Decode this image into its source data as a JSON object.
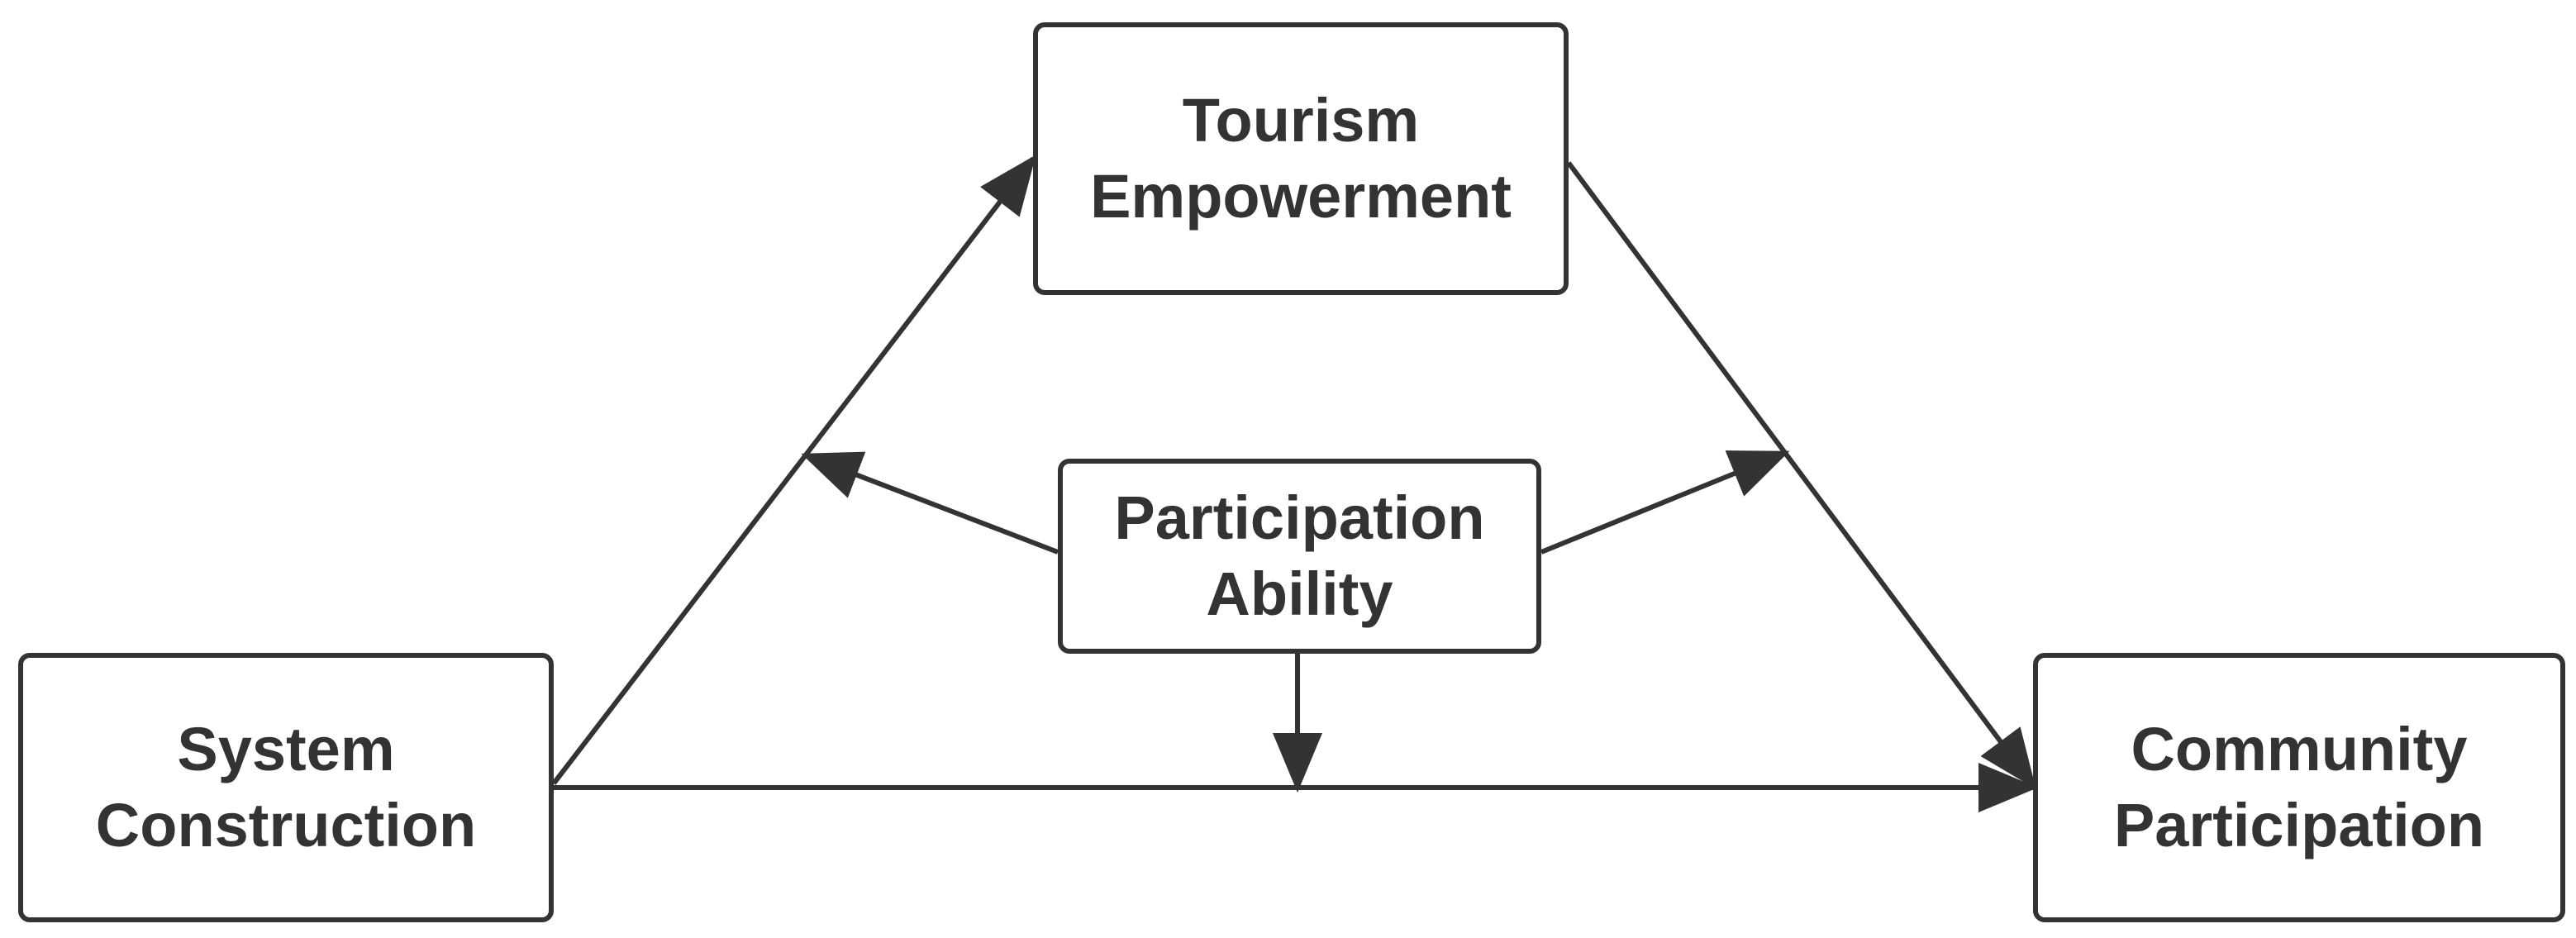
{
  "diagram": {
    "type": "flow",
    "colors": {
      "stroke": "#333333",
      "text": "#333333",
      "background": "#ffffff"
    },
    "nodes": {
      "system_construction": {
        "line1": "System",
        "line2": "Construction"
      },
      "tourism_empowerment": {
        "line1": "Tourism",
        "line2": "Empowerment"
      },
      "participation_ability": {
        "line1": "Participation",
        "line2": "Ability"
      },
      "community_participation": {
        "line1": "Community",
        "line2": "Participation"
      }
    },
    "edges": [
      {
        "from": "System Construction",
        "to": "Tourism Empowerment"
      },
      {
        "from": "Tourism Empowerment",
        "to": "Community Participation"
      },
      {
        "from": "System Construction",
        "to": "Community Participation"
      },
      {
        "from": "Participation Ability",
        "to": "System Construction → Tourism Empowerment"
      },
      {
        "from": "Participation Ability",
        "to": "Tourism Empowerment → Community Participation"
      },
      {
        "from": "Participation Ability",
        "to": "System Construction → Community Participation"
      }
    ]
  }
}
